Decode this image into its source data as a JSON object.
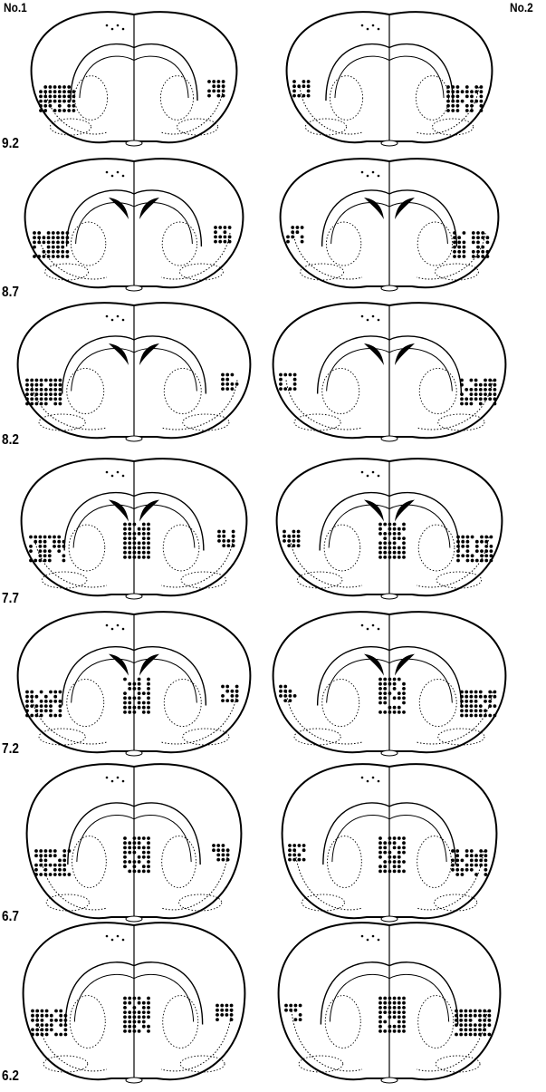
{
  "columns": {
    "left": "No.1",
    "right": "No.2"
  },
  "levels": [
    "9.2",
    "8.7",
    "8.2",
    "7.7",
    "7.2",
    "6.7",
    "6.2"
  ]
}
